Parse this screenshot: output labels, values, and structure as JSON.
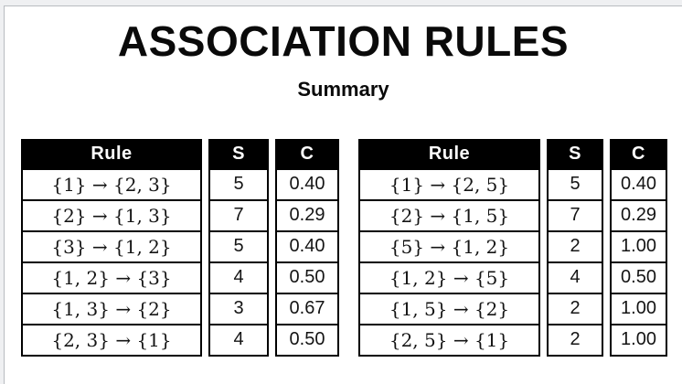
{
  "page": {
    "title": "ASSOCIATION RULES",
    "subtitle": "Summary"
  },
  "colors": {
    "canvas_background": "#eff0f2",
    "panel_background": "#ffffff",
    "panel_border": "#b8bcc0",
    "table_header_background": "#000000",
    "table_header_text": "#ffffff",
    "cell_border": "#000000",
    "cell_text": "#141414"
  },
  "tables": [
    {
      "columns": [
        "Rule",
        "S",
        "C"
      ],
      "rows": [
        [
          "{1} → {2, 3}",
          "5",
          "0.40"
        ],
        [
          "{2} → {1, 3}",
          "7",
          "0.29"
        ],
        [
          "{3} → {1, 2}",
          "5",
          "0.40"
        ],
        [
          "{1, 2} → {3}",
          "4",
          "0.50"
        ],
        [
          "{1, 3} → {2}",
          "3",
          "0.67"
        ],
        [
          "{2, 3} → {1}",
          "4",
          "0.50"
        ]
      ]
    },
    {
      "columns": [
        "Rule",
        "S",
        "C"
      ],
      "rows": [
        [
          "{1} → {2, 5}",
          "5",
          "0.40"
        ],
        [
          "{2} → {1, 5}",
          "7",
          "0.29"
        ],
        [
          "{5} → {1, 2}",
          "2",
          "1.00"
        ],
        [
          "{1, 2} → {5}",
          "4",
          "0.50"
        ],
        [
          "{1, 5} → {2}",
          "2",
          "1.00"
        ],
        [
          "{2, 5} → {1}",
          "2",
          "1.00"
        ]
      ]
    }
  ]
}
